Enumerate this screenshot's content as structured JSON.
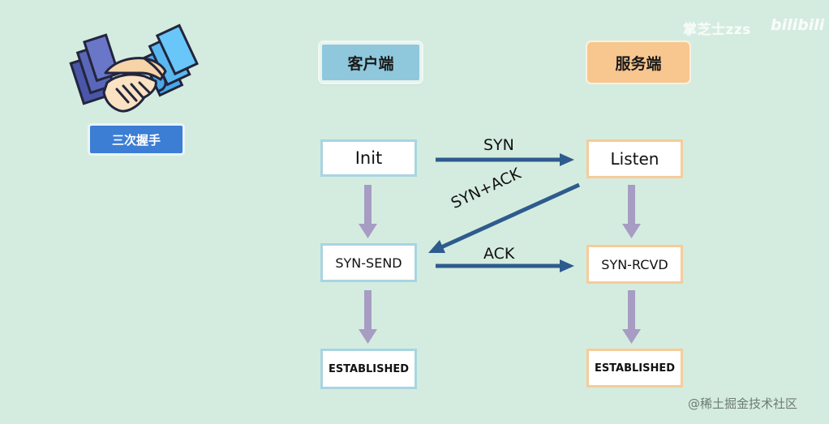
{
  "badge": {
    "label": "三次握手"
  },
  "headers": {
    "client": "客户端",
    "server": "服务端"
  },
  "client_states": {
    "init": "Init",
    "syn_send": "SYN-SEND",
    "established": "ESTABLISHED"
  },
  "server_states": {
    "listen": "Listen",
    "syn_rcvd": "SYN-RCVD",
    "established": "ESTABLISHED"
  },
  "messages": {
    "syn": "SYN",
    "syn_ack": "SYN+ACK",
    "ack": "ACK"
  },
  "watermark": {
    "top_text": "掌芝士zzs",
    "brand": "bilibili",
    "bottom_text": "@稀土掘金技术社区"
  },
  "colors": {
    "background": "#d4ecdf",
    "client_accent": "#8fc8dc",
    "server_accent": "#f8c68f",
    "message_arrow": "#2e5b8e",
    "state_arrow": "#a79cc4",
    "badge": "#3b7ed4"
  },
  "icons": {
    "illustration": "handshake-icon"
  }
}
